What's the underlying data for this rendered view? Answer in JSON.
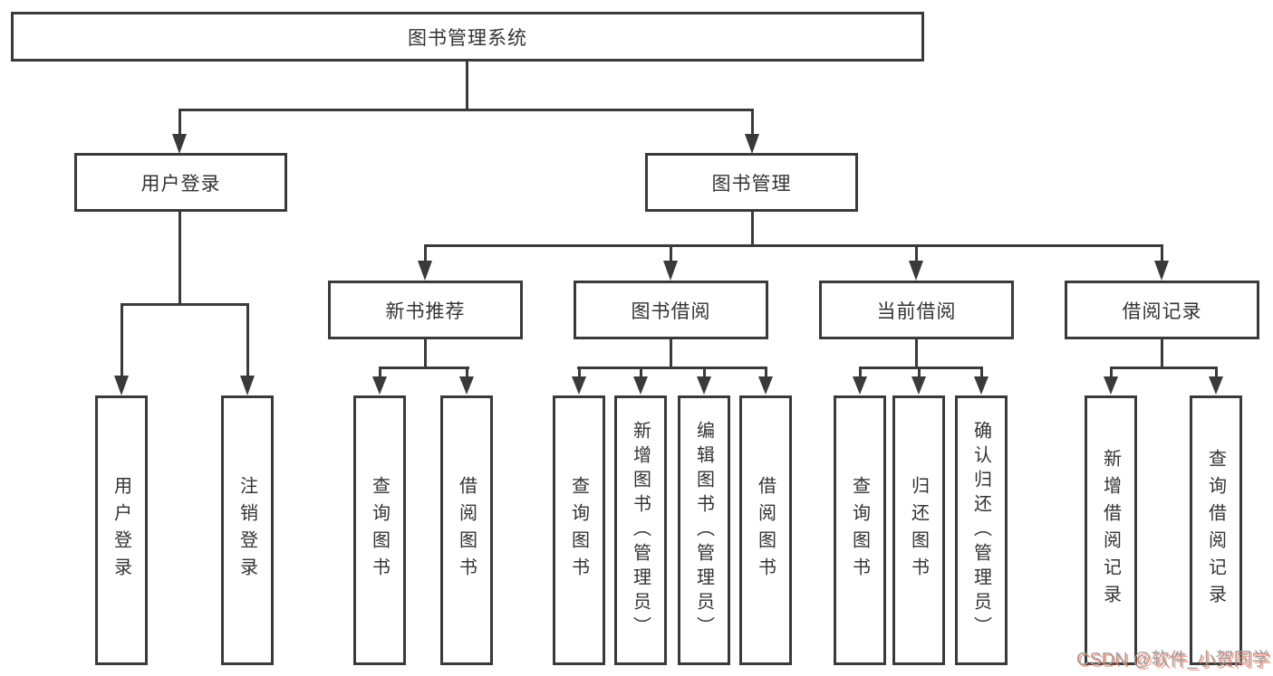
{
  "colors": {
    "background": "#ffffff",
    "line": "#3a3a3a",
    "box_border": "#3a3a3a",
    "box_background": "#ffffff",
    "text": "#333333",
    "watermark_gray": "#9e9e9e",
    "watermark_red": "#fc5531"
  },
  "watermark": {
    "text": "CSDN @软件_小贺同学"
  },
  "nodes": {
    "root": {
      "label": "图书管理系统"
    },
    "user_login_branch": {
      "label": "用户登录",
      "children": [
        {
          "label": "用户登录"
        },
        {
          "label": "注销登录"
        }
      ]
    },
    "book_mgmt_branch": {
      "label": "图书管理",
      "sections": [
        {
          "label": "新书推荐",
          "children": [
            {
              "label": "查询图书"
            },
            {
              "label": "借阅图书"
            }
          ]
        },
        {
          "label": "图书借阅",
          "children": [
            {
              "label": "查询图书"
            },
            {
              "label": "新增图书（管理员）"
            },
            {
              "label": "编辑图书（管理员）"
            },
            {
              "label": "借阅图书"
            }
          ]
        },
        {
          "label": "当前借阅",
          "children": [
            {
              "label": "查询图书"
            },
            {
              "label": "归还图书"
            },
            {
              "label": "确认归还（管理员）"
            }
          ]
        },
        {
          "label": "借阅记录",
          "children": [
            {
              "label": "新增借阅记录"
            },
            {
              "label": "查询借阅记录"
            }
          ]
        }
      ]
    }
  }
}
